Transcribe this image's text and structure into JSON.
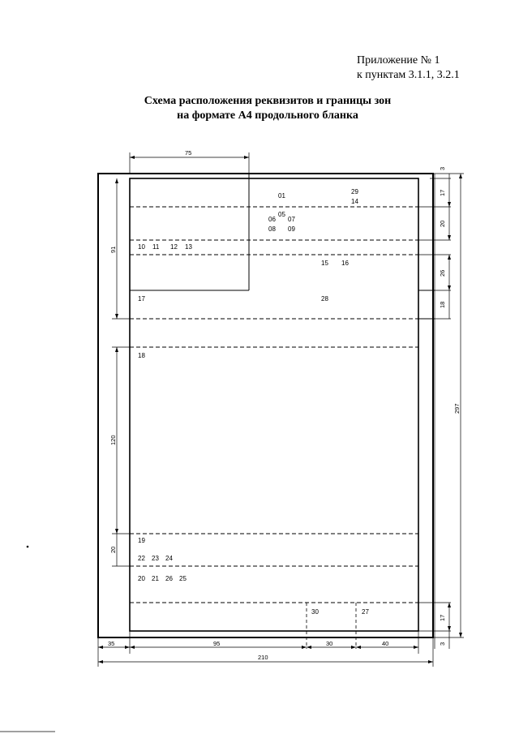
{
  "header": {
    "appendix_line1": "Приложение № 1",
    "appendix_line2": "к пунктам 3.1.1, 3.2.1"
  },
  "title": {
    "line1": "Схема расположения реквизитов и границы зон",
    "line2": "на формате А4 продольного бланка"
  },
  "requisite_numbers": {
    "r01": "01",
    "r29": "29",
    "r14": "14",
    "r05": "05",
    "r06": "06",
    "r07": "07",
    "r08": "08",
    "r09": "09",
    "r10": "10",
    "r11": "11",
    "r12": "12",
    "r13": "13",
    "r15": "15",
    "r16": "16",
    "r17": "17",
    "r28": "28",
    "r18": "18",
    "r19": "19",
    "r22": "22",
    "r23": "23",
    "r24": "24",
    "r20": "20",
    "r21": "21",
    "r26": "26",
    "r25": "25",
    "r30": "30",
    "r27": "27"
  },
  "dimensions": {
    "top_75": "75",
    "right_3_top": "3",
    "right_17_top": "17",
    "right_20": "20",
    "right_26": "26",
    "right_18": "18",
    "right_297": "297",
    "right_17_bottom": "17",
    "right_3_bottom": "3",
    "left_91": "91",
    "left_120": "120",
    "left_20": "20",
    "bottom_35": "35",
    "bottom_95": "95",
    "bottom_30": "30",
    "bottom_40": "40",
    "bottom_210": "210"
  }
}
